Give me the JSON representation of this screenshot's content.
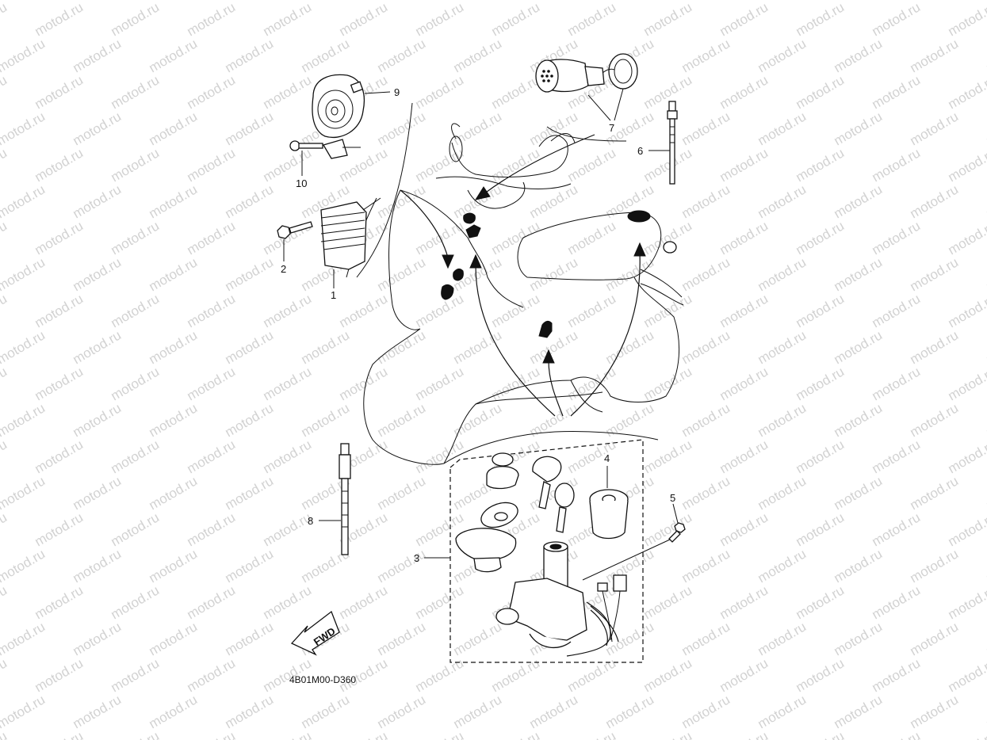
{
  "diagram": {
    "code": "4B01M00-D360",
    "fwd_label": "FWD",
    "watermark": "motod.ru",
    "callouts": [
      {
        "id": "1",
        "label": "1"
      },
      {
        "id": "2",
        "label": "2"
      },
      {
        "id": "3",
        "label": "3"
      },
      {
        "id": "4",
        "label": "4"
      },
      {
        "id": "5",
        "label": "5"
      },
      {
        "id": "6",
        "label": "6"
      },
      {
        "id": "7",
        "label": "7"
      },
      {
        "id": "8",
        "label": "8"
      },
      {
        "id": "9",
        "label": "9"
      },
      {
        "id": "10",
        "label": "10"
      }
    ],
    "parts": [
      {
        "ref": "1",
        "icon": "rectifier-regulator-icon"
      },
      {
        "ref": "2",
        "icon": "bolt-icon"
      },
      {
        "ref": "3",
        "icon": "lock-set-icon"
      },
      {
        "ref": "4",
        "icon": "lock-cylinder-cover-icon"
      },
      {
        "ref": "5",
        "icon": "screw-icon"
      },
      {
        "ref": "6",
        "icon": "cable-tie-icon"
      },
      {
        "ref": "7",
        "icon": "buzzer-icon"
      },
      {
        "ref": "8",
        "icon": "cable-tie-icon"
      },
      {
        "ref": "9",
        "icon": "horn-icon"
      },
      {
        "ref": "10",
        "icon": "bolt-icon"
      }
    ]
  }
}
